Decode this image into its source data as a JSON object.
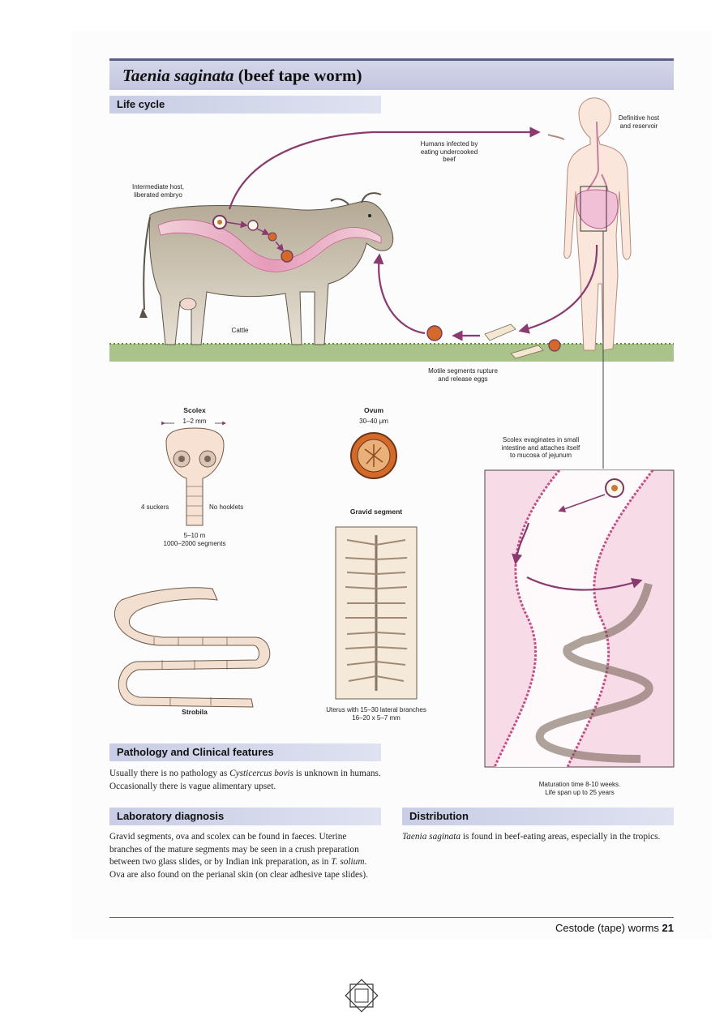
{
  "title": {
    "species": "Taenia saginata",
    "common": "(beef tape worm)"
  },
  "sections": {
    "life_cycle": "Life cycle",
    "pathology": "Pathology and Clinical features",
    "lab": "Laboratory diagnosis",
    "distribution": "Distribution"
  },
  "lifecycle_labels": {
    "definitive_host_1": "Definitive host",
    "definitive_host_2": "and reservoir",
    "humans_infected_1": "Humans infected by",
    "humans_infected_2": "eating undercooked",
    "humans_infected_3": "beef",
    "intermediate_1": "Intermediate host,",
    "intermediate_2": "liberated embryo",
    "cattle": "Cattle",
    "motile_1": "Motile segments rupture",
    "motile_2": "and release eggs"
  },
  "scolex": {
    "title": "Scolex",
    "size": "1–2 mm",
    "suckers": "4 suckers",
    "hooklets": "No hooklets",
    "length": "5–10 m",
    "segments": "1000–2000 segments"
  },
  "ovum": {
    "title": "Ovum",
    "size": "30–40 μm"
  },
  "gravid": {
    "title": "Gravid segment",
    "caption_1": "Uterus with 15–30 lateral branches",
    "caption_2": "16–20 x 5–7 mm"
  },
  "strobila": {
    "title": "Strobila"
  },
  "jejunum": {
    "caption_1": "Scolex evaginates in small",
    "caption_2": "intestine and attaches itself",
    "caption_3": "to mucosa of jejunum",
    "maturation_1": "Maturation time 8-10 weeks.",
    "maturation_2": "Life span up to 25 years"
  },
  "pathology_text": {
    "p1_a": "Usually there is no pathology as ",
    "p1_i": "Cysticercus bovis",
    "p1_b": " is unknown in humans. Occasionally there is vague alimentary upset."
  },
  "lab_text": {
    "a": "Gravid segments, ova and scolex can be found in faeces. Uterine branches of the mature segments may be seen in a crush preparation between two glass slides, or by Indian ink preparation, as in ",
    "i": "T. solium",
    "b": ". Ova are also found on the perianal skin (on clear adhesive tape slides)."
  },
  "distribution_text": {
    "i": "Taenia saginata",
    "b": " is found in beef-eating areas, especially in the tropics."
  },
  "footer": {
    "text": "Cestode (tape) worms",
    "page": "21"
  },
  "colors": {
    "accent": "#c9cde5",
    "arrow": "#8a3a6e",
    "pink": "#f4c3d6",
    "grass": "#7ea05a"
  }
}
